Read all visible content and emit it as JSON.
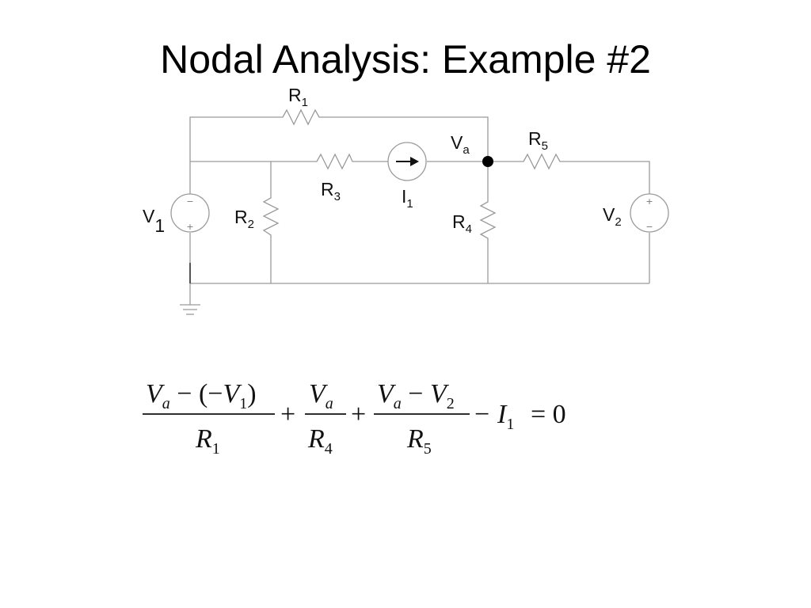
{
  "slide": {
    "title": "Nodal Analysis: Example #2"
  },
  "circuit": {
    "R1": {
      "base": "R",
      "sub": "1"
    },
    "R2": {
      "base": "R",
      "sub": "2"
    },
    "R3": {
      "base": "R",
      "sub": "3"
    },
    "R4": {
      "base": "R",
      "sub": "4"
    },
    "R5": {
      "base": "R",
      "sub": "5"
    },
    "I1": {
      "base": "I",
      "sub": "1"
    },
    "V1": {
      "base": "V",
      "sub": "1"
    },
    "V2": {
      "base": "V",
      "sub": "2"
    },
    "Va": {
      "base": "V",
      "sub": "a"
    },
    "plus": "+",
    "minus": "−"
  },
  "equation": {
    "term1_num_left": "V",
    "term1_num_left_sub": "a",
    "term1_num_mid": " − (−",
    "term1_num_right": "V",
    "term1_num_right_sub": "1",
    "term1_num_close": ")",
    "term1_den": "R",
    "term1_den_sub": "1",
    "plus1": "+",
    "term2_num": "V",
    "term2_num_sub": "a",
    "term2_den": "R",
    "term2_den_sub": "4",
    "plus2": "+",
    "term3_num_left": "V",
    "term3_num_left_sub": "a",
    "term3_num_mid": " − ",
    "term3_num_right": "V",
    "term3_num_right_sub": "2",
    "term3_den": "R",
    "term3_den_sub": "5",
    "minus": "−",
    "i_term": "I",
    "i_term_sub": "1",
    "equals_zero": "= 0"
  }
}
